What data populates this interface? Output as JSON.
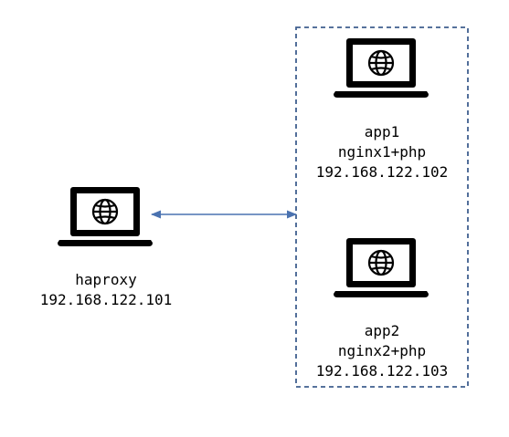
{
  "nodes": {
    "haproxy": {
      "icon": "laptop-globe-icon",
      "name": "haproxy",
      "ip": "192.168.122.101"
    },
    "app1": {
      "icon": "laptop-globe-icon",
      "name": "app1",
      "service": "nginx1+php",
      "ip": "192.168.122.102"
    },
    "app2": {
      "icon": "laptop-globe-icon",
      "name": "app2",
      "service": "nginx2+php",
      "ip": "192.168.122.103"
    }
  },
  "connection": {
    "from": "haproxy",
    "to": "app-group",
    "direction": "bidirectional",
    "color": "#4a72b0"
  },
  "group": {
    "border_style": "dashed",
    "color": "#3f5f8f"
  }
}
